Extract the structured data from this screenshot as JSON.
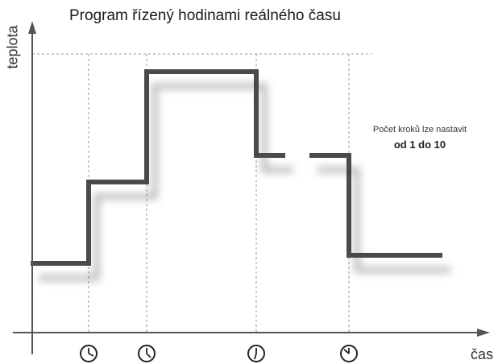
{
  "title": "Program řízený hodinami reálného času",
  "axes": {
    "y_label": "teplota",
    "x_label": "čas"
  },
  "note": {
    "line1": "Počet kroků lze nastavit",
    "line2": "od 1 do 10"
  },
  "diagram": {
    "line_color": "#4a4a4a",
    "axis_color": "#555555",
    "guide_color": "#9a9a9a",
    "clock_icon": "clock-icon",
    "clock_count": 4
  }
}
